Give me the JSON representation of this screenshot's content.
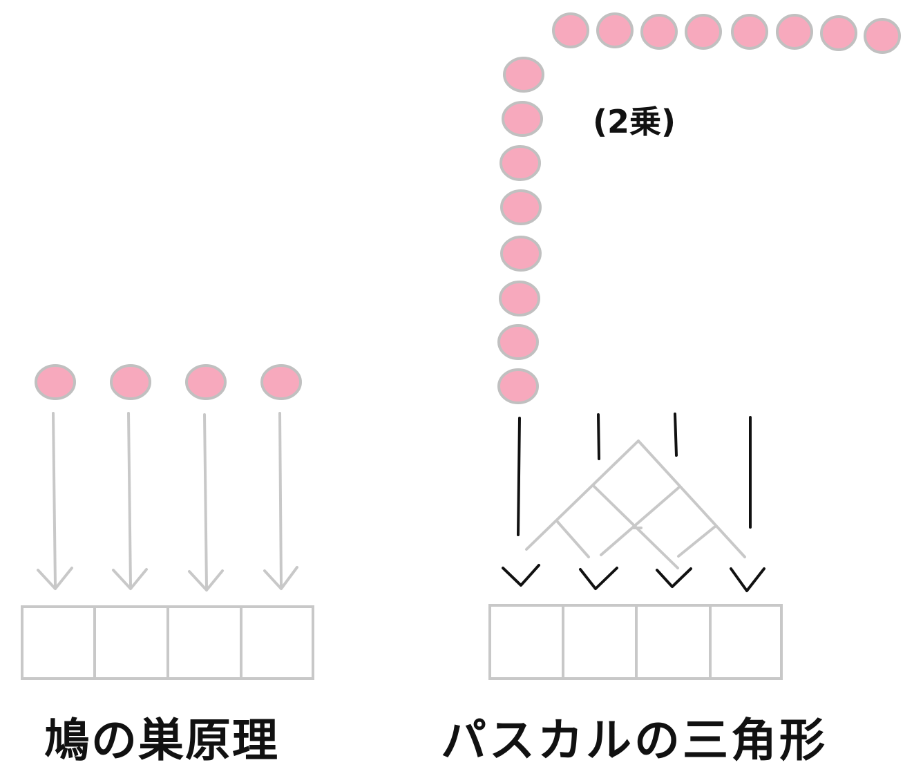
{
  "labels": {
    "left": "鳩の巣原理",
    "right": "パスカルの三角形",
    "power": "(2乗)"
  },
  "colors": {
    "ball_fill": "#f7a9bd",
    "ball_stroke": "#c0c0c0",
    "grey_line": "#c8c8c8",
    "black_line": "#111111"
  },
  "left_diagram": {
    "balls": 4,
    "boxes": 4
  },
  "right_diagram": {
    "top_row_balls": 8,
    "column_balls": 8,
    "boxes": 4,
    "arrows": 4
  }
}
